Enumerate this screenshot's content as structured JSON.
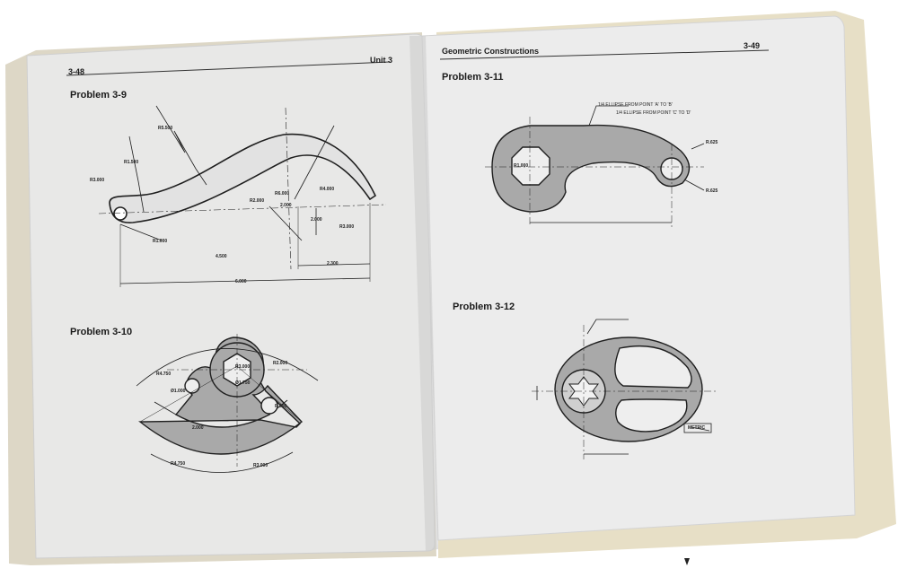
{
  "left_page": {
    "page_number": "3-48",
    "running_head": "Unit 3",
    "problems": [
      {
        "title": "Problem 3-9",
        "dims": [
          "R5.500",
          "R1.500",
          "R3.000",
          "R2.000",
          "R6.000",
          "R4.000",
          "2.000",
          "R3.000",
          "R1.000",
          "2.000",
          "4.500",
          "2.300",
          "6.000"
        ]
      },
      {
        "title": "Problem 3-10",
        "dims": [
          "R4.750",
          "R2.000",
          "Ø1.000",
          "Ø1.750",
          "R3.000",
          "R.500",
          "2.000",
          "R4.750",
          "R3.000"
        ]
      }
    ]
  },
  "right_page": {
    "running_head": "Geometric Constructions",
    "page_number": "3-49",
    "problems": [
      {
        "title": "Problem 3-11",
        "notes": [
          "1/4 ELLIPSE FROM POINT 'A' TO 'B'",
          "1/4 ELLIPSE FROM POINT 'C' TO 'D'"
        ],
        "dims": [
          "R.625",
          "R.625",
          "R1.000"
        ]
      },
      {
        "title": "Problem 3-12",
        "dims": [
          "METRIC"
        ]
      }
    ]
  },
  "colors": {
    "paper_left": "#e8e8e7",
    "paper_right": "#ececec",
    "page_edges": "#e7dfc6",
    "part_fill": "#a9a9a9",
    "ink": "#1f1f1f"
  }
}
